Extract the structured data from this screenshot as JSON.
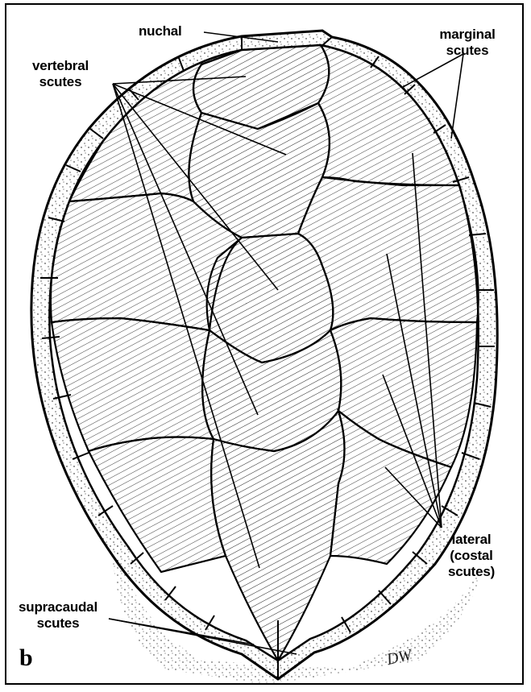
{
  "labels": {
    "nuchal": "nuchal",
    "marginal": [
      "marginal",
      "scutes"
    ],
    "vertebral": [
      "vertebral",
      "scutes"
    ],
    "lateral": [
      "lateral",
      "(costal",
      "scutes)"
    ],
    "supracaudal": [
      "supracaudal",
      "scutes"
    ]
  },
  "panel_letter": "b",
  "signature": "DW"
}
